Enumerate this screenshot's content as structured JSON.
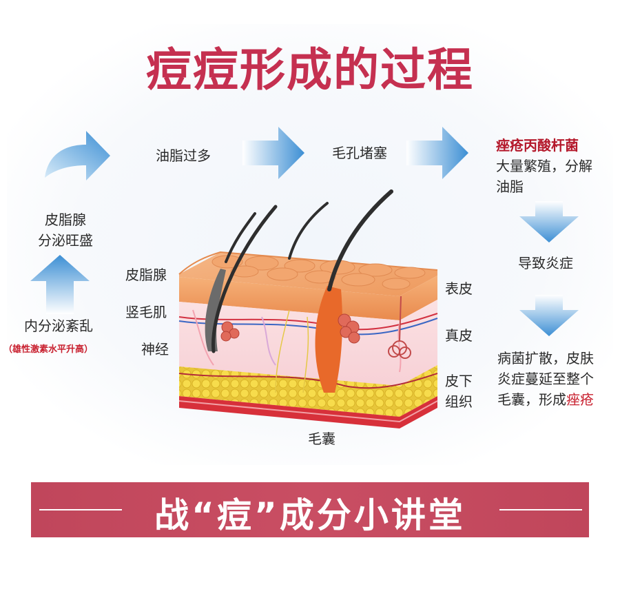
{
  "title": "痘痘形成的过程",
  "steps": {
    "step1": [
      "内分泌紊乱"
    ],
    "step1_note": "（雄性激素水平升高）",
    "step2": [
      "皮脂腺",
      "分泌旺盛"
    ],
    "step3": "油脂过多",
    "step4": "毛孔堵塞",
    "step5_highlight": "痤疮丙酸杆菌",
    "step5_rest": [
      "大量繁殖，分解",
      "油脂"
    ],
    "step6": "导致炎症",
    "step7_lines": [
      "病菌扩散，皮肤",
      "炎症蔓延至整个"
    ],
    "step7_last": "毛囊，形成",
    "step7_highlight": "痤疮"
  },
  "skin_labels": {
    "sebaceous": "皮脂腺",
    "erector": "竖毛肌",
    "nerve": "神经",
    "epidermis": "表皮",
    "dermis": "真皮",
    "subcutaneous": [
      "皮下",
      "组织"
    ],
    "follicle": "毛囊"
  },
  "banner": {
    "text": "战“痘”成分小讲堂"
  },
  "colors": {
    "title": "#c53050",
    "banner": "#c0465b",
    "accent": "#c81f2e",
    "arrow": "#5aa6e0"
  }
}
